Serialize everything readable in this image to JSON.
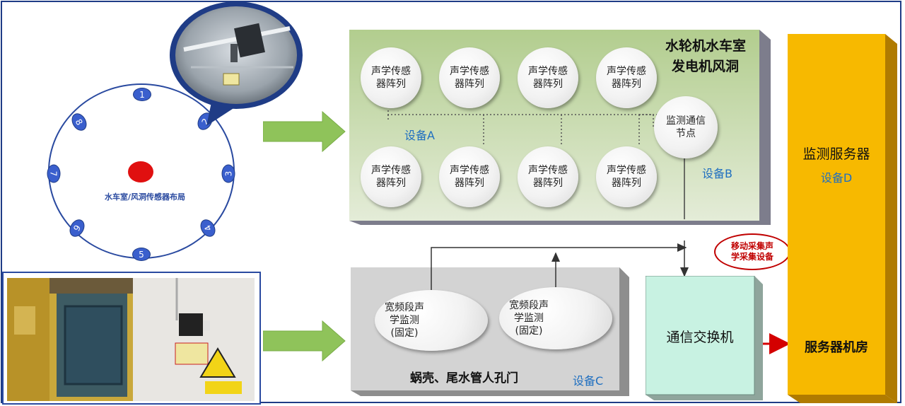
{
  "layout_circle": {
    "caption": "水车室/风洞传感器布局",
    "positions": [
      "1",
      "2",
      "3",
      "4",
      "5",
      "6",
      "7",
      "8"
    ]
  },
  "box_a": {
    "title_line1": "水轮机水车室",
    "title_line2": "发电机风洞",
    "sensor_label": "声学传感器阵列",
    "sensors": [
      "声学传感器阵列",
      "声学传感器阵列",
      "声学传感器阵列",
      "声学传感器阵列",
      "声学传感器阵列",
      "声学传感器阵列",
      "声学传感器阵列",
      "声学传感器阵列"
    ],
    "device_a": "设备A",
    "node_label": "监测通信节点",
    "device_b": "设备B"
  },
  "box_c": {
    "monitor1": "宽频段声学监测(固定)",
    "monitor2": "宽频段声学监测(固定)",
    "monitor_line1": "宽频段声学监测",
    "monitor_line2": "(固定)",
    "title": "蜗壳、尾水管人孔门",
    "device_c": "设备C"
  },
  "mobile": {
    "line1": "移动采集声",
    "line2": "学采集设备"
  },
  "switch": {
    "label": "通信交换机"
  },
  "server": {
    "title": "监测服务器",
    "device_d": "设备D",
    "room": "服务器机房"
  },
  "colors": {
    "green_box": "#b9d39a",
    "grey_box": "#d0d0d0",
    "cyan_box": "#c8f2e2",
    "server_box": "#f5b400",
    "arrow_green": "#8fc35a",
    "accent_blue": "#1f6fc0",
    "red": "#cc0000"
  }
}
